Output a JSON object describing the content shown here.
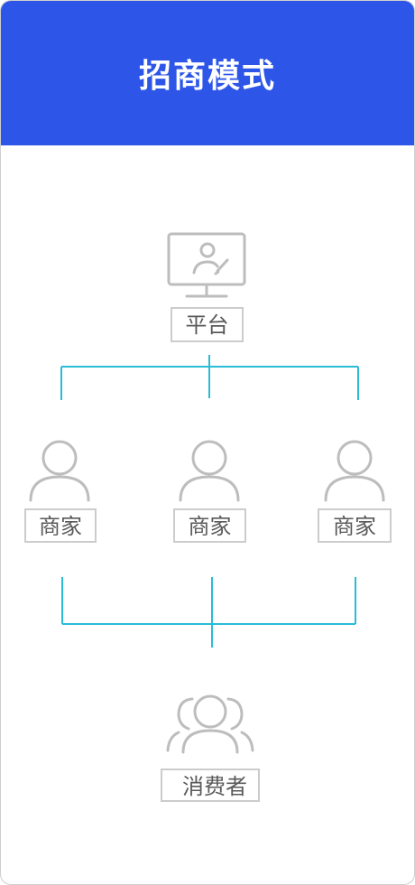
{
  "header": {
    "title": "招商模式"
  },
  "nodes": {
    "platform": {
      "label": "平台",
      "icon": "monitor-user-icon"
    },
    "merchants": [
      {
        "label": "商家",
        "icon": "person-icon"
      },
      {
        "label": "商家",
        "icon": "person-icon"
      },
      {
        "label": "商家",
        "icon": "person-icon"
      }
    ],
    "consumers": {
      "label": "消费者",
      "icon": "people-group-icon"
    }
  },
  "colors": {
    "header_bg": "#2d56e8",
    "connector": "#29bcd6",
    "icon": "#bdbdbd",
    "label_border": "#cccccc",
    "label_text": "#5a5a5a"
  }
}
